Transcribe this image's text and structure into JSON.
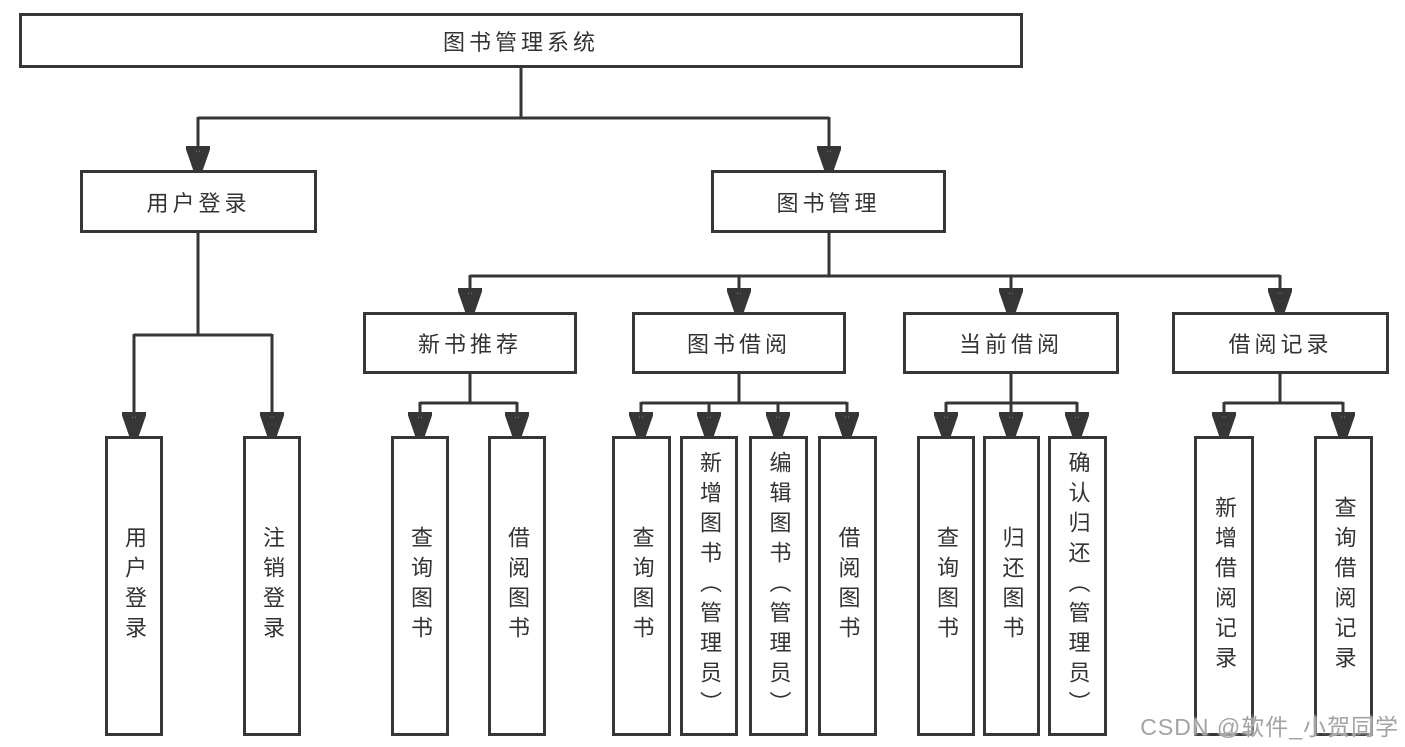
{
  "tree": {
    "root": {
      "label": "图书管理系统",
      "children": [
        {
          "label": "用户登录",
          "children": [
            {
              "label": "用户登录"
            },
            {
              "label": "注销登录"
            }
          ]
        },
        {
          "label": "图书管理",
          "children": [
            {
              "label": "新书推荐",
              "children": [
                {
                  "label": "查询图书"
                },
                {
                  "label": "借阅图书"
                }
              ]
            },
            {
              "label": "图书借阅",
              "children": [
                {
                  "label": "查询图书"
                },
                {
                  "label": "新增图书（管理员）"
                },
                {
                  "label": "编辑图书（管理员）"
                },
                {
                  "label": "借阅图书"
                }
              ]
            },
            {
              "label": "当前借阅",
              "children": [
                {
                  "label": "查询图书"
                },
                {
                  "label": "归还图书"
                },
                {
                  "label": "确认归还（管理员）"
                }
              ]
            },
            {
              "label": "借阅记录",
              "children": [
                {
                  "label": "新增借阅记录"
                },
                {
                  "label": "查询借阅记录"
                }
              ]
            }
          ]
        }
      ]
    }
  },
  "watermark": "CSDN @软件_小贺同学",
  "colors": {
    "line": "#363636",
    "text": "#333333",
    "watermark": "#a3a3a3",
    "background": "#ffffff"
  }
}
